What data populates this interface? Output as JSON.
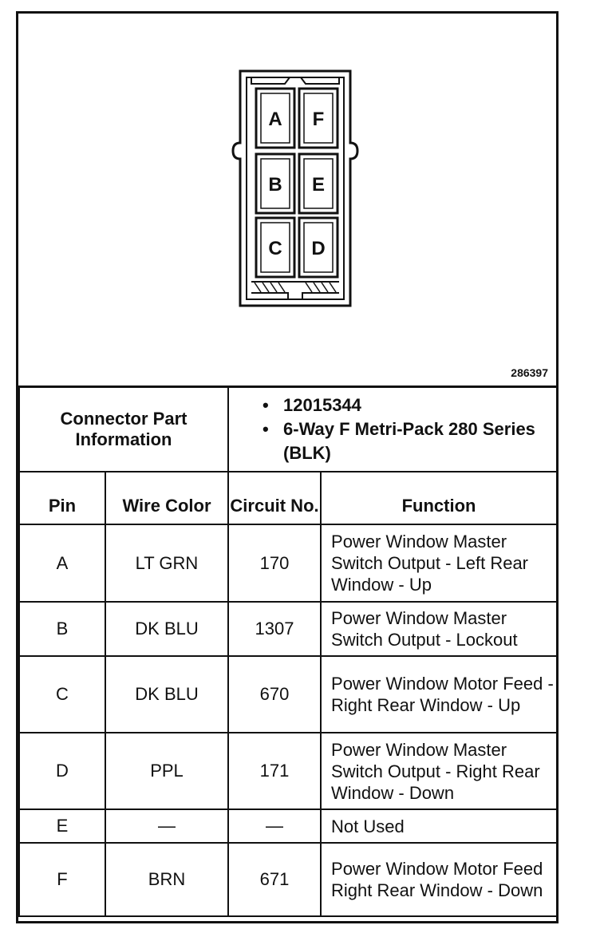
{
  "figure_number": "286397",
  "pins_diagram": [
    "A",
    "F",
    "B",
    "E",
    "C",
    "D"
  ],
  "connector_info": {
    "label": "Connector Part Information",
    "items": [
      "12015344",
      "6-Way F Metri-Pack 280 Series (BLK)"
    ]
  },
  "columns": [
    "Pin",
    "Wire Color",
    "Circuit No.",
    "Function"
  ],
  "rows": [
    {
      "pin": "A",
      "color": "LT GRN",
      "circuit": "170",
      "function": "Power Window Master Switch Output - Left Rear Window - Up"
    },
    {
      "pin": "B",
      "color": "DK BLU",
      "circuit": "1307",
      "function": "Power Window Master Switch Output - Lockout"
    },
    {
      "pin": "C",
      "color": "DK BLU",
      "circuit": "670",
      "function": "Power Window Motor Feed - Right Rear Window - Up"
    },
    {
      "pin": "D",
      "color": "PPL",
      "circuit": "171",
      "function": "Power Window Master Switch Output - Right Rear Window - Down"
    },
    {
      "pin": "E",
      "color": "—",
      "circuit": "—",
      "function": "Not Used"
    },
    {
      "pin": "F",
      "color": "BRN",
      "circuit": "671",
      "function": "Power Window Motor Feed Right Rear Window - Down"
    }
  ]
}
